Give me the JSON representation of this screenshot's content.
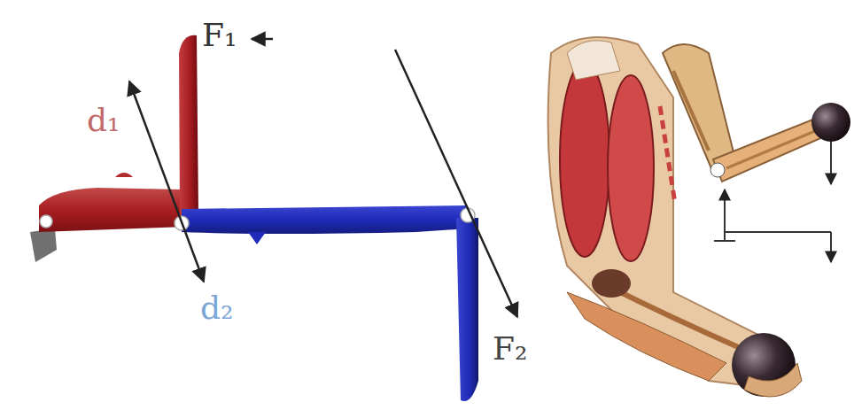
{
  "diagram": {
    "labels": [
      "F₁",
      "d₁",
      "d₂",
      "F₂"
    ]
  }
}
